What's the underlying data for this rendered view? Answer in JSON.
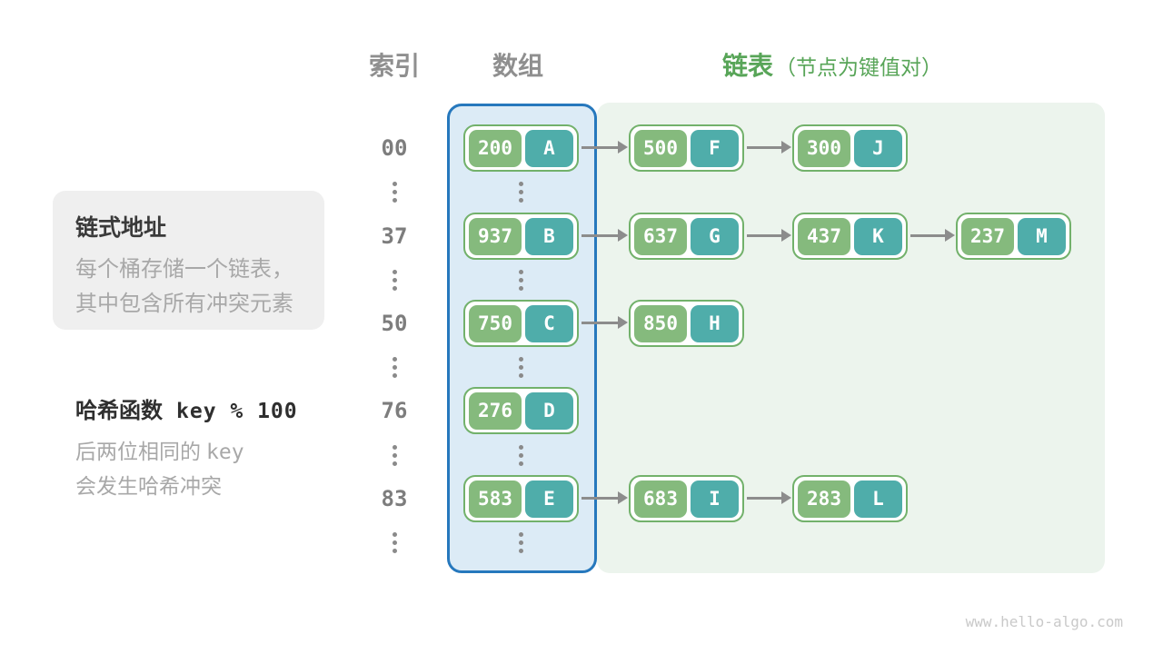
{
  "headers": {
    "index": "索引",
    "array": "数组",
    "list": "链表",
    "list_note": "（节点为键值对）"
  },
  "legend": {
    "title": "链式地址",
    "line1": "每个桶存储一个链表，",
    "line2": "其中包含所有冲突元素"
  },
  "hash_note": {
    "title": "哈希函数",
    "formula": "key % 100",
    "line1_text": "后两位相同的",
    "line1_code": "key",
    "line2": "会发生哈希冲突"
  },
  "rows": [
    {
      "index": "00",
      "bucket": {
        "key": "200",
        "value": "A"
      },
      "chain": [
        {
          "key": "500",
          "value": "F"
        },
        {
          "key": "300",
          "value": "J"
        }
      ]
    },
    {
      "index": "37",
      "bucket": {
        "key": "937",
        "value": "B"
      },
      "chain": [
        {
          "key": "637",
          "value": "G"
        },
        {
          "key": "437",
          "value": "K"
        },
        {
          "key": "237",
          "value": "M"
        }
      ]
    },
    {
      "index": "50",
      "bucket": {
        "key": "750",
        "value": "C"
      },
      "chain": [
        {
          "key": "850",
          "value": "H"
        }
      ]
    },
    {
      "index": "76",
      "bucket": {
        "key": "276",
        "value": "D"
      },
      "chain": []
    },
    {
      "index": "83",
      "bucket": {
        "key": "583",
        "value": "E"
      },
      "chain": [
        {
          "key": "683",
          "value": "I"
        },
        {
          "key": "283",
          "value": "L"
        }
      ]
    }
  ],
  "colors": {
    "key_cell_green": "#85ba7d",
    "value_cell_teal": "#4fadaa",
    "node_border_green": "#72b16b",
    "array_panel_fill": "#dcebf6",
    "array_panel_border": "#2678bd",
    "list_panel_fill": "#ecf4ed",
    "accent_green_text": "#58a558",
    "arrow_gray": "#8c8c8c"
  },
  "watermark": "www.hello-algo.com"
}
